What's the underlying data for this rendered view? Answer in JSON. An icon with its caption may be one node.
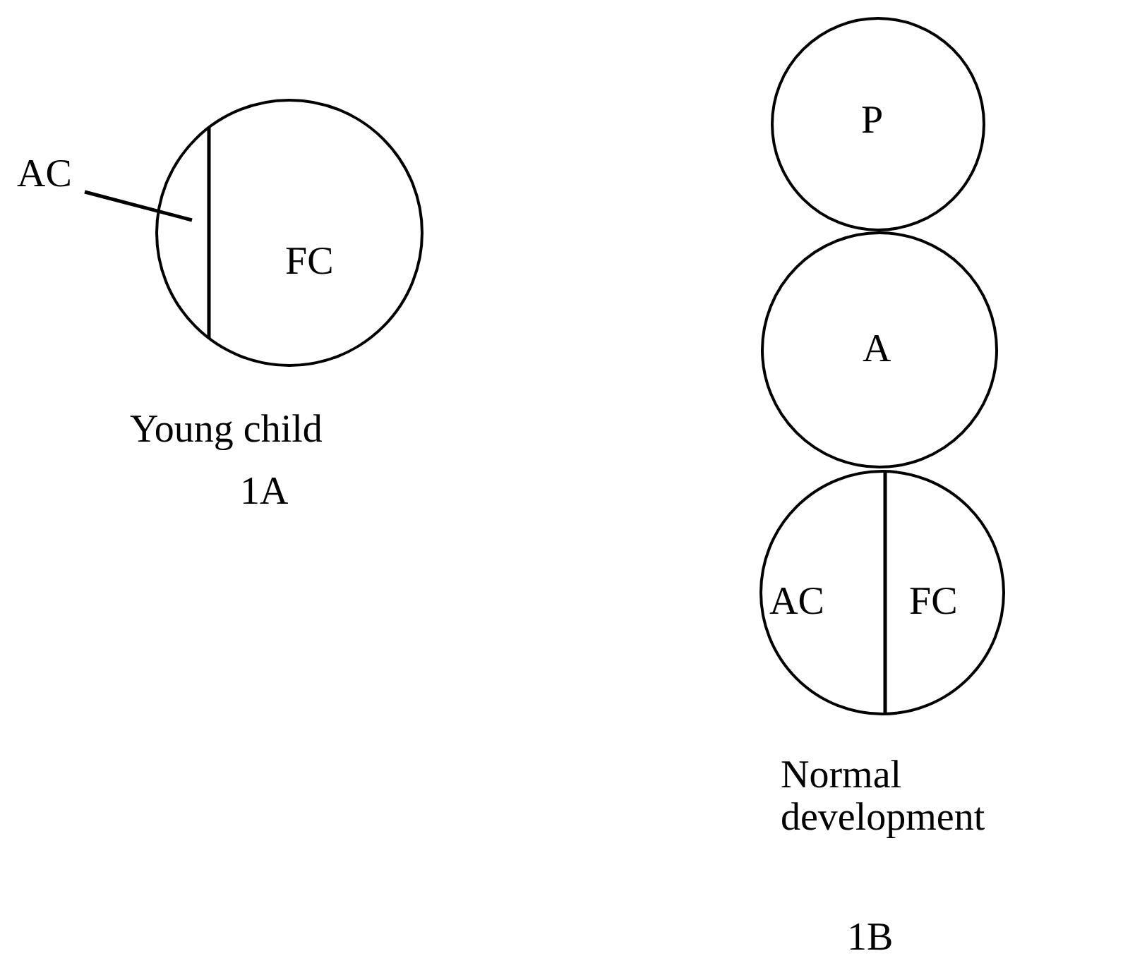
{
  "diagram": {
    "nodes": [
      {
        "text": [
          "FC"
        ]
      },
      {
        "text": [
          "AC"
        ]
      },
      {
        "text": [
          "P"
        ]
      },
      {
        "text": [
          "A"
        ]
      },
      {
        "text": [
          "AC",
          "FC"
        ]
      }
    ],
    "edges": [
      {
        "from": 1,
        "to": 0,
        "arrow": "none"
      }
    ],
    "labels": [
      "Young child",
      "1A",
      "Normal development",
      "1B"
    ]
  }
}
